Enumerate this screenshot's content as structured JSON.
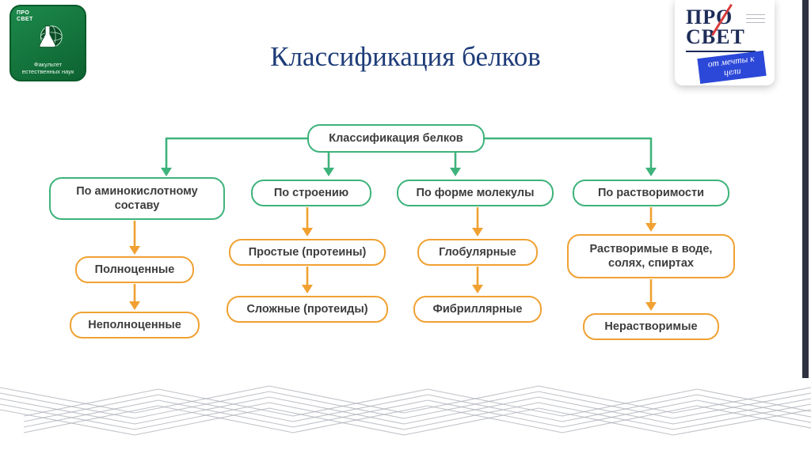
{
  "slide": {
    "title": "Классификация белков"
  },
  "logo_left": {
    "brand_top": "ПРО",
    "brand_bottom": "СВЕТ",
    "caption_line1": "Факультет",
    "caption_line2": "естественных наук"
  },
  "logo_right": {
    "brand_top": "ПРО",
    "brand_bottom": "СВЕТ",
    "ribbon_text": "от мечты к цели"
  },
  "diagram": {
    "root_label": "Классификация белков",
    "branches": [
      {
        "category": "По аминокислотному составу",
        "children": [
          "Полноценные",
          "Неполноценные"
        ]
      },
      {
        "category": "По строению",
        "children": [
          "Простые (протеины)",
          "Сложные (протеиды)"
        ]
      },
      {
        "category": "По форме молекулы",
        "children": [
          "Глобулярные",
          "Фибриллярные"
        ]
      },
      {
        "category": "По растворимости",
        "children": [
          "Растворимые в воде, солях, спиртах",
          "Нерастворимые"
        ]
      }
    ]
  },
  "colors": {
    "green": "#3eb37b",
    "orange": "#f0a132",
    "title_blue": "#1e3c78",
    "box_text": "#3d3d3d",
    "logo_green": "#15793f",
    "navy": "#1d2b57",
    "ribbon_blue": "#2b48d8",
    "strip_dark": "#2e3140"
  }
}
